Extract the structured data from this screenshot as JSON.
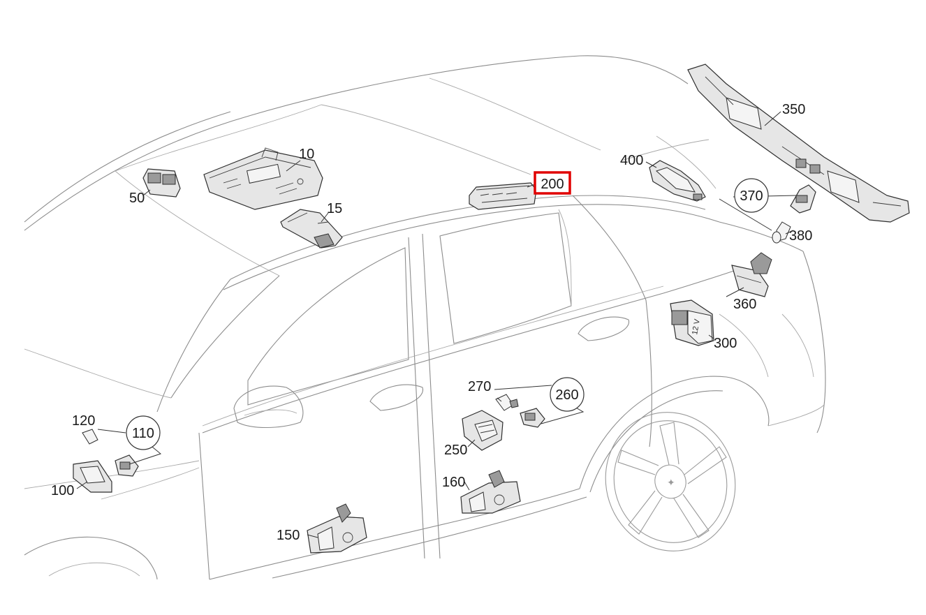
{
  "callouts": [
    {
      "label": "10"
    },
    {
      "label": "15"
    },
    {
      "label": "50"
    },
    {
      "label": "100"
    },
    {
      "label": "110"
    },
    {
      "label": "120"
    },
    {
      "label": "150"
    },
    {
      "label": "160"
    },
    {
      "label": "200"
    },
    {
      "label": "250"
    },
    {
      "label": "260"
    },
    {
      "label": "270"
    },
    {
      "label": "300"
    },
    {
      "label": "350"
    },
    {
      "label": "360"
    },
    {
      "label": "370"
    },
    {
      "label": "380"
    },
    {
      "label": "400"
    }
  ],
  "socket_label": "12 V",
  "highlighted_callout": "200",
  "colors": {
    "highlight": "#e00000",
    "outline": "#2e2e2e",
    "body_line": "#8c8c8c"
  }
}
